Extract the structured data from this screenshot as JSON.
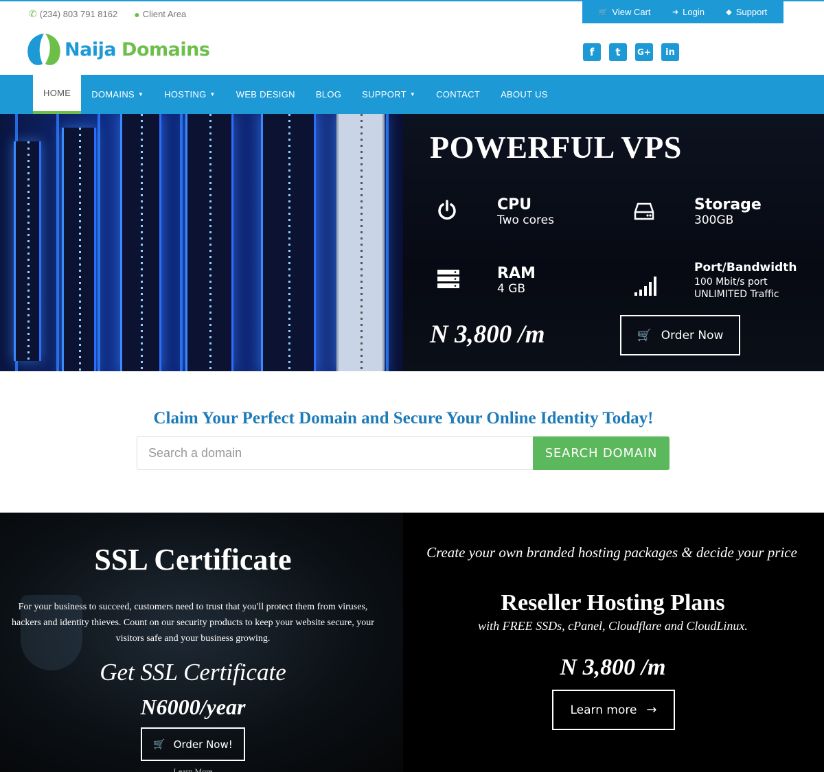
{
  "topbar": {
    "phone": "(234) 803 791 8162",
    "client_area": "Client Area",
    "view_cart": "View Cart",
    "login": "Login",
    "support": "Support"
  },
  "logo": {
    "word1": "Naija",
    "word2": "Domains"
  },
  "social": {
    "facebook": "f",
    "twitter": "t",
    "googleplus": "G+",
    "linkedin": "in"
  },
  "nav": {
    "home": "HOME",
    "domains": "DOMAINS",
    "hosting": "HOSTING",
    "web_design": "WEB DESIGN",
    "blog": "BLOG",
    "support": "SUPPORT",
    "contact": "CONTACT",
    "about": "ABOUT US"
  },
  "hero": {
    "title": "POWERFUL VPS",
    "cpu_label": "CPU",
    "cpu_value": "Two cores",
    "storage_label": "Storage",
    "storage_value": "300GB",
    "ram_label": "RAM",
    "ram_value": "4 GB",
    "port_label": "Port/Bandwidth",
    "port_value1": "100 Mbit/s port",
    "port_value2": "UNLIMITED Traffic",
    "price": "N 3,800 /m",
    "order_label": "Order Now"
  },
  "search": {
    "headline": "Claim Your Perfect Domain and Secure Your Online Identity Today!",
    "placeholder": "Search a domain",
    "button": "SEARCH DOMAIN"
  },
  "ssl": {
    "title": "SSL Certificate",
    "body": "For your business to succeed, customers need to trust that you'll protect them from viruses, hackers and identity thieves. Count on our security products to keep your website secure, your visitors safe and your business growing.",
    "get": "Get SSL Certificate",
    "price": "N6000/year",
    "order_label": "Order Now!",
    "learn_more": "Learn More"
  },
  "reseller": {
    "tagline": "Create your own branded hosting packages & decide your price",
    "title": "Reseller Hosting Plans",
    "subtitle": "with FREE SSDs, cPanel, Cloudflare and CloudLinux.",
    "price": "N 3,800 /m",
    "button": "Learn more"
  },
  "colors": {
    "brand_blue": "#1d9ad6",
    "brand_green": "#6cc04a",
    "search_green": "#5cb85c"
  }
}
